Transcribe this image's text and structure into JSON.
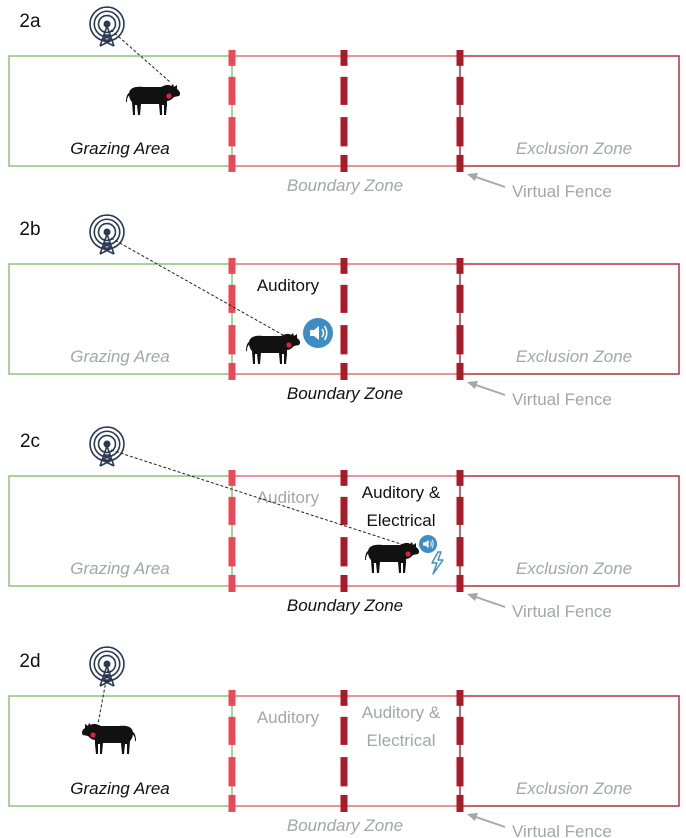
{
  "colors": {
    "grazing_border": "#8fc27a",
    "boundary_border": "#e2737a",
    "exclusion_border": "#b0323e",
    "fence_light": "#e84b57",
    "fence_dark": "#a81b29",
    "cow": "#111111",
    "collar": "#e0203a",
    "tower": "#2b3a52",
    "speaker_badge": "#3b8dc4",
    "lightning": "#3b8dc4",
    "text_dark": "#111111",
    "text_grey": "#a3a6aa"
  },
  "panels": [
    {
      "label": "2a",
      "grazing_label": "Grazing Area",
      "grazing_emphasis": true,
      "boundary_label": "Boundary Zone",
      "boundary_emphasis": false,
      "exclusion_label": "Exclusion Zone",
      "virtual_fence_label": "Virtual Fence",
      "zone1_label": "",
      "zone2_label_line1": "",
      "zone2_label_line2": "",
      "cow_zone": "grazing",
      "stimulus": "none"
    },
    {
      "label": "2b",
      "grazing_label": "Grazing Area",
      "grazing_emphasis": false,
      "boundary_label": "Boundary Zone",
      "boundary_emphasis": true,
      "exclusion_label": "Exclusion Zone",
      "virtual_fence_label": "Virtual Fence",
      "zone1_label": "Auditory",
      "zone1_emphasis": true,
      "zone2_label_line1": "",
      "zone2_label_line2": "",
      "cow_zone": "auditory",
      "stimulus": "speaker-icon"
    },
    {
      "label": "2c",
      "grazing_label": "Grazing Area",
      "grazing_emphasis": false,
      "boundary_label": "Boundary Zone",
      "boundary_emphasis": true,
      "exclusion_label": "Exclusion Zone",
      "virtual_fence_label": "Virtual Fence",
      "zone1_label": "Auditory",
      "zone1_emphasis": false,
      "zone2_label_line1": "Auditory &",
      "zone2_label_line2": "Electrical",
      "zone2_emphasis": true,
      "cow_zone": "auditory-electrical",
      "stimulus": "speaker-and-lightning-icon"
    },
    {
      "label": "2d",
      "grazing_label": "Grazing Area",
      "grazing_emphasis": true,
      "boundary_label": "Boundary Zone",
      "boundary_emphasis": false,
      "exclusion_label": "Exclusion Zone",
      "virtual_fence_label": "Virtual Fence",
      "zone1_label": "Auditory",
      "zone1_emphasis": false,
      "zone2_label_line1": "Auditory &",
      "zone2_label_line2": "Electrical",
      "zone2_emphasis": false,
      "cow_zone": "grazing",
      "stimulus": "none"
    }
  ]
}
